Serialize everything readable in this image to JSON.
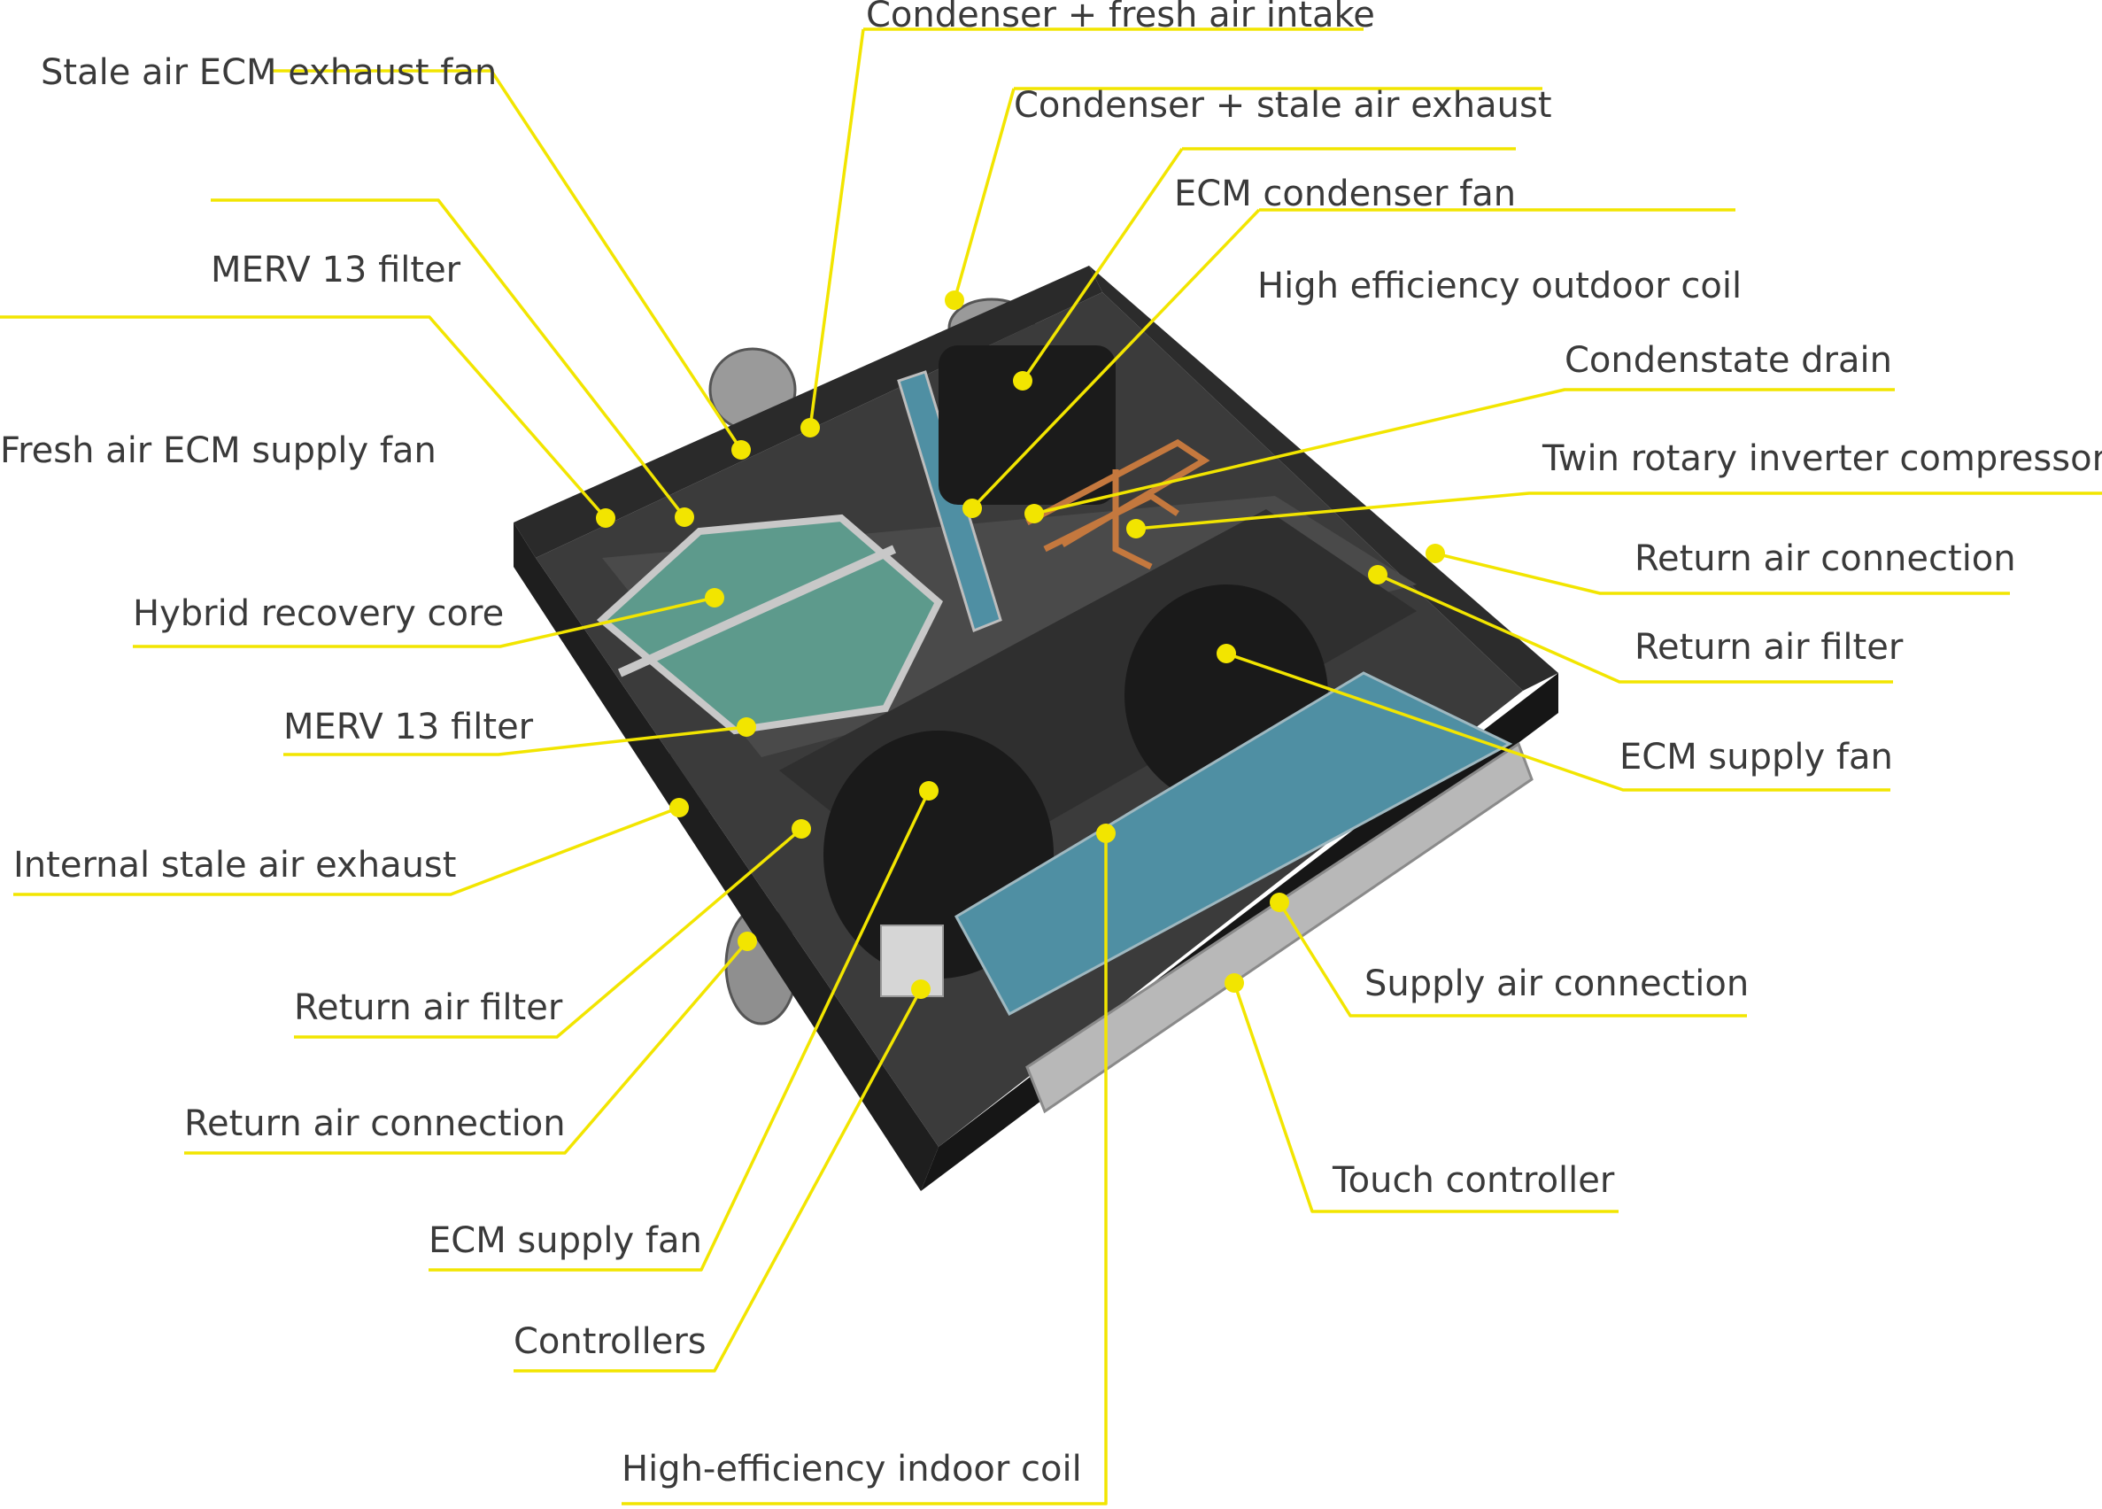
{
  "labels": {
    "condenser_fresh_intake": "Condenser + fresh air intake",
    "stale_exhaust_fan": "Stale air ECM exhaust fan",
    "condenser_stale_exhaust": "Condenser + stale air exhaust",
    "ecm_condenser_fan": "ECM condenser fan",
    "merv13_top": "MERV 13 filter",
    "outdoor_coil": "High efficiency outdoor coil",
    "condensate_drain": "Condenstate drain",
    "fresh_supply_fan": "Fresh air ECM supply fan",
    "compressor": "Twin rotary inverter compressor",
    "return_connection_right": "Return air connection",
    "recovery_core": "Hybrid recovery core",
    "return_filter_right": "Return air filter",
    "merv13_mid": "MERV 13 filter",
    "supply_fan_right": "ECM supply fan",
    "internal_exhaust": "Internal stale air exhaust",
    "supply_connection": "Supply air connection",
    "return_filter_left": "Return air filter",
    "return_connection_left": "Return air connection",
    "touch_controller": "Touch controller",
    "supply_fan_left": "ECM supply fan",
    "controllers": "Controllers",
    "indoor_coil": "High-efficiency indoor coil"
  },
  "colors": {
    "leader": "#f2e500",
    "text": "#3a3a3a",
    "casing": "#222222",
    "core": "#5d9a8c",
    "coil": "#4f8fa3"
  }
}
